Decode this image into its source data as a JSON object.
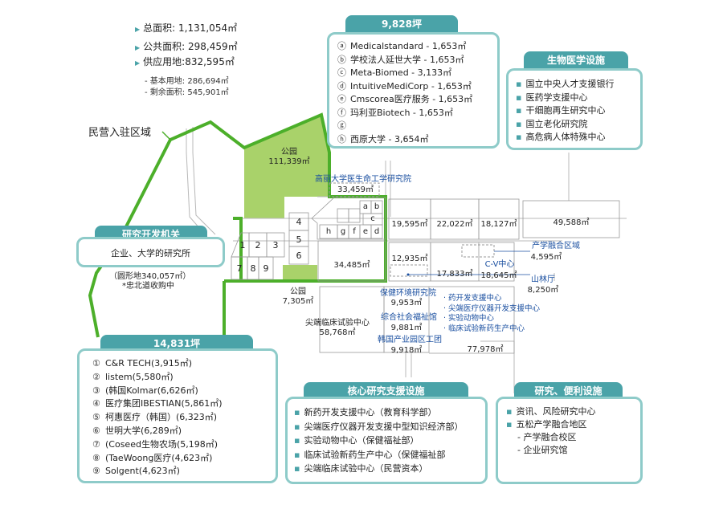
{
  "summary": {
    "total_area": "总面积: 1,131,054㎡",
    "public_area": "公共面积: 298,459㎡",
    "supply_land": "供应用地:832,595㎡",
    "basic_land": "- 基本用地: 286,694㎡",
    "remaining_area": "- 剩余面积: 545,901㎡"
  },
  "private_zone_label": "民营入驻区域",
  "panel_9828": {
    "title": "9,828坪",
    "items": [
      {
        "mark": "ⓐ",
        "text": "Medicalstandard - 1,653㎡"
      },
      {
        "mark": "ⓑ",
        "text": "学校法人延世大学 - 1,653㎡"
      },
      {
        "mark": "ⓒ",
        "text": "Meta-Biomed - 3,133㎡"
      },
      {
        "mark": "ⓓ",
        "text": "IntuitiveMediCorp - 1,653㎡"
      },
      {
        "mark": "ⓔ",
        "text": "Cmscorea医疗服务 - 1,653㎡"
      },
      {
        "mark": "ⓕ",
        "text": "玛利亚Biotech - 1,653㎡"
      },
      {
        "mark": "ⓖ",
        "text": ""
      },
      {
        "mark": "ⓗ",
        "text": "西原大学 - 3,654㎡"
      }
    ]
  },
  "panel_bio": {
    "title": "生物医学设施",
    "items": [
      "国立中央人才支援银行",
      "医药学支援中心",
      "干细胞再生研究中心",
      "国立老化研究院",
      "高危病人体特殊中心"
    ]
  },
  "panel_rd": {
    "title": "研究开发机关",
    "body": "企业、大学的研究所",
    "note1": "（圆形地340,057㎡）",
    "note2": "*忠北道收购中"
  },
  "panel_14831": {
    "title": "14,831坪",
    "items": [
      {
        "mark": "①",
        "text": "C&R TECH(3,915㎡)"
      },
      {
        "mark": "②",
        "text": "listem(5,580㎡)"
      },
      {
        "mark": "③",
        "text": "(韩国Kolmar(6,626㎡)"
      },
      {
        "mark": "④",
        "text": "医疗集团IBESTIAN(5,861㎡)"
      },
      {
        "mark": "⑤",
        "text": "柯惠医疗（韩国）(6,323㎡)"
      },
      {
        "mark": "⑥",
        "text": "世明大学(6,289㎡)"
      },
      {
        "mark": "⑦",
        "text": "(Coseed生物农场(5,198㎡)"
      },
      {
        "mark": "⑧",
        "text": "(TaeWoong医疗(4,623㎡)"
      },
      {
        "mark": "⑨",
        "text": "Solgent(4,623㎡)"
      }
    ]
  },
  "panel_core": {
    "title": "核心研究支援设施",
    "items": [
      "新药开发支援中心（教育科学部）",
      "尖端医疗仪器开发支援中型知识经济部）",
      "实验动物中心（保健福祉部）",
      "临床试验新药生产中心（保健福祉部",
      "尖端临床试验中心（民营资本）"
    ]
  },
  "panel_convenience": {
    "title": "研究、便利设施",
    "items": [
      "资讯、风险研究中心",
      "五松产学融合地区"
    ],
    "subitems": [
      "- 产学融合校区",
      "- 企业研究馆"
    ]
  },
  "map": {
    "park1_name": "公园",
    "park1_area": "111,339㎡",
    "korea_univ_name": "高丽大学医生命工学研究院",
    "korea_univ_area": "33,459㎡",
    "plots_a_h": [
      "a",
      "b",
      "c",
      "d",
      "e",
      "f",
      "g",
      "h"
    ],
    "plots_1_9": [
      "1",
      "2",
      "3",
      "4",
      "5",
      "6",
      "7",
      "8",
      "9"
    ],
    "area_34485": "34,485㎡",
    "area_19595": "19,595㎡",
    "area_22022": "22,022㎡",
    "area_18127": "18,127㎡",
    "area_49588": "49,588㎡",
    "area_12935": "12,935㎡",
    "area_17833": "17,833㎡",
    "cv_center": "C-V中心",
    "cv_area": "18,645㎡",
    "industry_zone": "产学融合区域",
    "industry_area": "4,595㎡",
    "forestry_name": "山林厅",
    "forestry_area": "8,250㎡",
    "park2_name": "公园",
    "park2_area": "7,305㎡",
    "clinical_name": "尖端临床试验中心",
    "clinical_area": "58,768㎡",
    "health_env_name": "保健环境研究院",
    "health_env_area": "9,953㎡",
    "welfare_name": "综合社会福祉馆",
    "welfare_area": "9,881㎡",
    "industry_complex_name": "韩国产业园区工团",
    "industry_complex_area": "9,918㎡",
    "centers": [
      "· 药开发支援中心",
      "· 尖端医疗仪器开发支援中心",
      "· 实验动物中心",
      "· 临床试验新药生产中心"
    ],
    "centers_area": "77,978㎡"
  },
  "colors": {
    "teal": "#4aa3a8",
    "panel_border": "#8ecbc9",
    "green_line": "#4caf2a",
    "park_green": "#a9d26a",
    "road_gray": "#b8b8b8",
    "blue_text": "#1a4fa0"
  },
  "icons": {
    "summary_bullet": "triangle-right-icon",
    "list_bullet": "small-square-icon"
  }
}
